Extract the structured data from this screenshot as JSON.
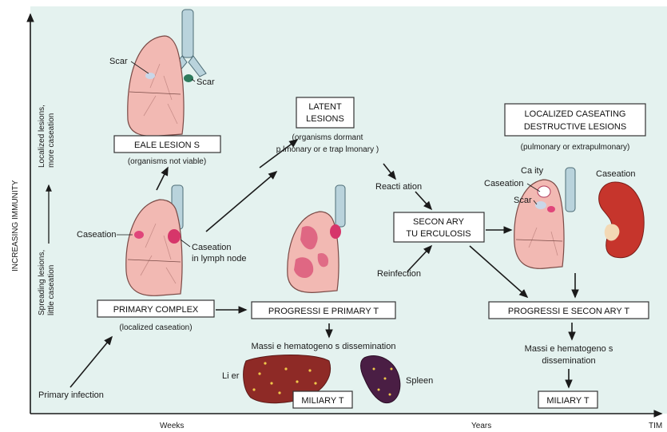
{
  "colors": {
    "background": "#e4f2ef",
    "lung": "#f2b9b3",
    "caseation": "#e0457a",
    "liver": "#8e2a26",
    "spleen": "#4a1e44",
    "kidney": "#c6352c",
    "trachea": "#b9d3dc"
  },
  "axes": {
    "y_label": "INCREASING IMMUNITY",
    "y_upper_line1": "Localized lesions,",
    "y_upper_line2": "more caseation",
    "y_lower_line1": "Spreading lesions,",
    "y_lower_line2": "little caseation",
    "x_weeks": "Weeks",
    "x_years": "Years",
    "x_time": "TIM"
  },
  "healed": {
    "title": "EALE LESION S",
    "subtitle": "(organisms not viable)",
    "scar_left": "Scar",
    "scar_right": "Scar"
  },
  "primary": {
    "title": "PRIMARY COMPLEX",
    "subtitle": "(localized caseation)",
    "caseation": "Caseation",
    "lymph_line1": "Caseation",
    "lymph_line2": "in lymph node",
    "infection": "Primary infection"
  },
  "latent": {
    "title_line1": "LATENT",
    "title_line2": "LESIONS",
    "desc_line1": "(organisms dormant",
    "desc_line2": "p lmonary or e trap lmonary  )"
  },
  "progressive_primary": {
    "title": "PROGRESSI E PRIMARY T",
    "dissemination": "Massi e hematogeno s dissemination",
    "liver": "Li er",
    "spleen": "Spleen",
    "miliary": "MILIARY T"
  },
  "secondary": {
    "title_line1": "SECON ARY",
    "title_line2": "TU ERCULOSIS",
    "reactivation": "Reacti ation",
    "reinfection": "Reinfection"
  },
  "localized_caseating": {
    "title_line1": "LOCALIZED CASEATING",
    "title_line2": "DESTRUCTIVE LESIONS",
    "subtitle": "(pulmonary or extrapulmonary)",
    "cavity": "Ca ity",
    "caseation": "Caseation",
    "scar": "Scar",
    "kidney_caseation": "Caseation"
  },
  "progressive_secondary": {
    "title": "PROGRESSI E SECON ARY T",
    "dissemination_line1": "Massi e hematogeno  s",
    "dissemination_line2": "dissemination",
    "miliary": "MILIARY T"
  }
}
